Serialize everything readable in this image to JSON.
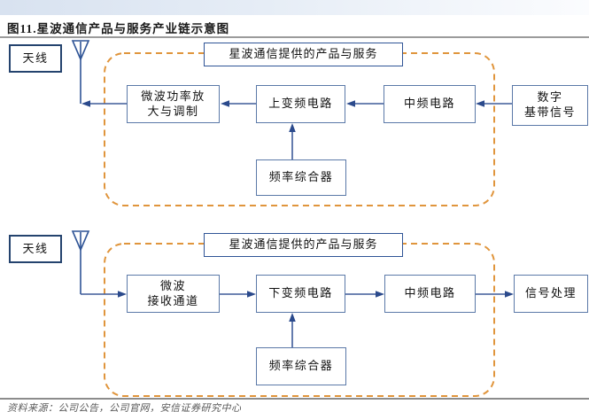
{
  "page": {
    "title": "图11.星波通信产品与服务产业链示意图",
    "source_note": "资料来源：公司公告，公司官网，安信证券研究中心"
  },
  "colors": {
    "dashed_boundary": "#e0953c",
    "flow_box_border": "#5b79a8",
    "strong_border": "#2f5496",
    "connector_line": "#3e5c99",
    "arrowhead": "#2b4a8c",
    "header_strip": "#d8e2f0",
    "title_rule": "#9b9b9b",
    "source_text": "#595959"
  },
  "diagrams": {
    "transmit": {
      "antenna_label": "天线",
      "scope_label": "星波通信提供的产品与服务",
      "boxes": {
        "power_amp": "微波功率放\n大与调制",
        "upconverter": "上变频电路",
        "if_circuit": "中频电路",
        "baseband": "数字\n基带信号",
        "synthesizer": "频率综合器"
      }
    },
    "receive": {
      "antenna_label": "天线",
      "scope_label": "星波通信提供的产品与服务",
      "boxes": {
        "receiver_channel": "微波\n接收通道",
        "downconverter": "下变频电路",
        "if_circuit": "中频电路",
        "signal_processing": "信号处理",
        "synthesizer": "频率综合器"
      }
    }
  }
}
